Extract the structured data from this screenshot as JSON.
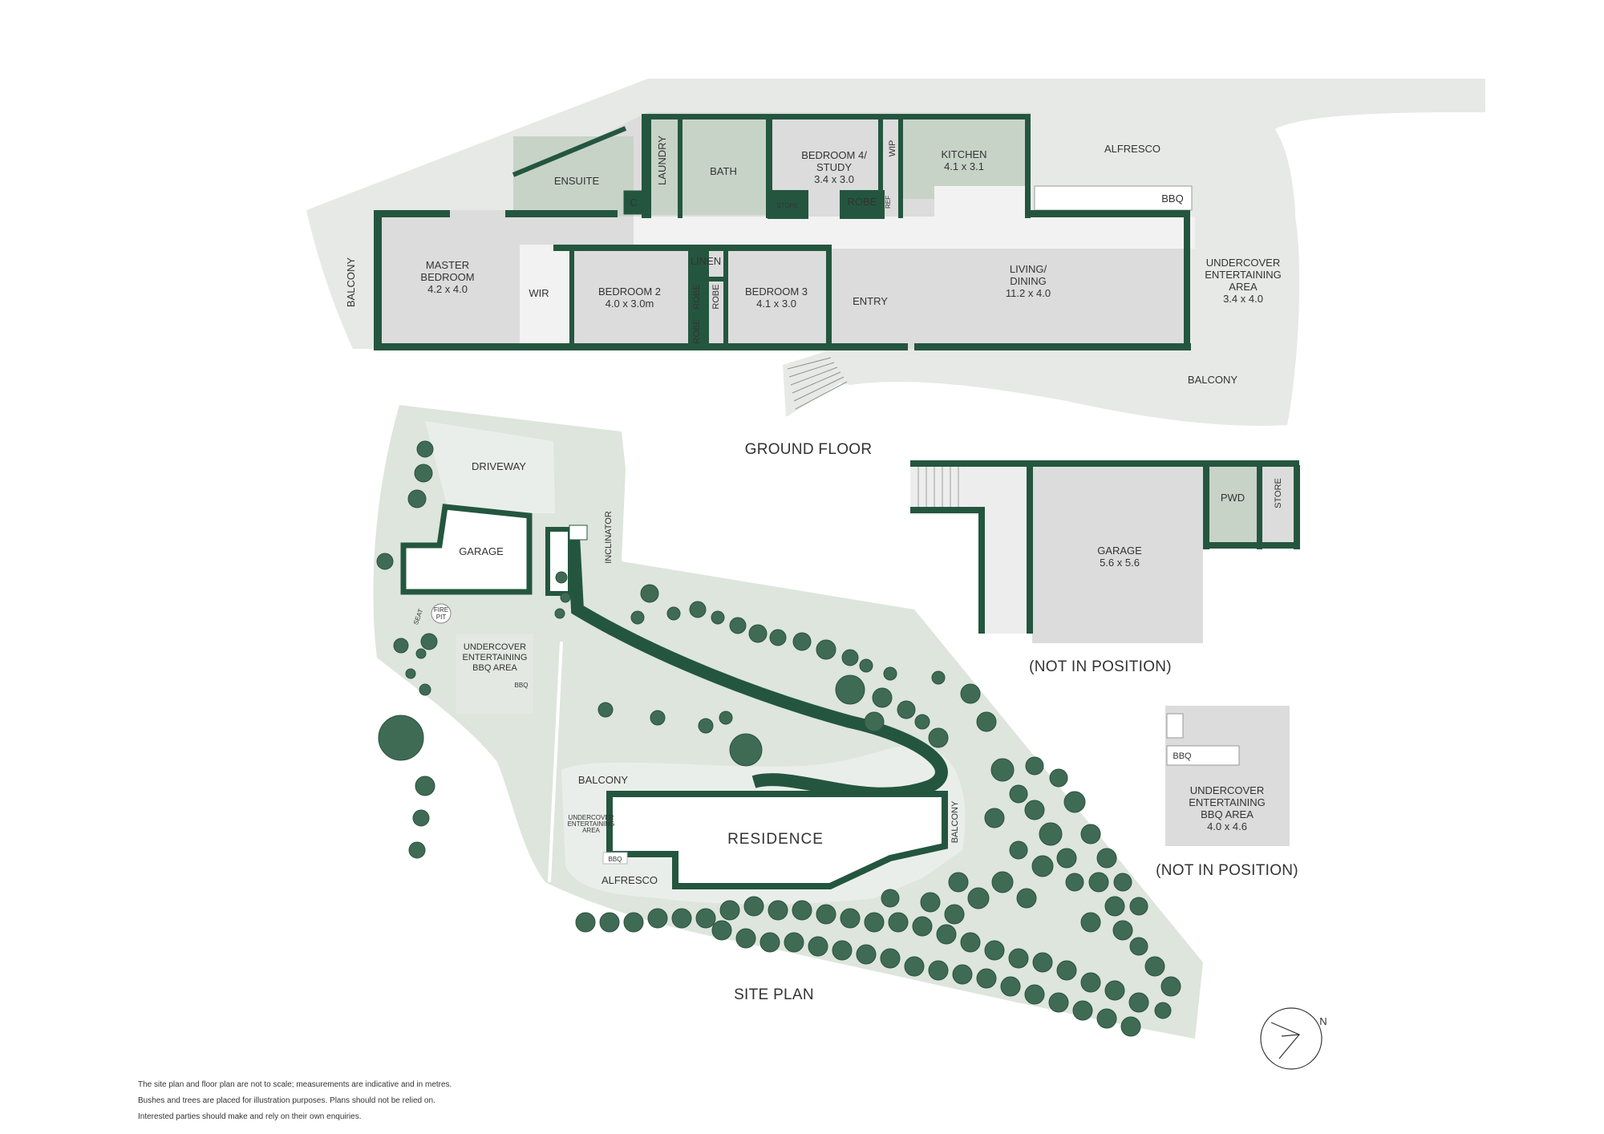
{
  "ground_floor": {
    "title": "GROUND FLOOR",
    "rooms": {
      "balcony_west": "BALCONY",
      "master_name": "MASTER",
      "master_name2": "BEDROOM",
      "master_dim": "4.2 x 4.0",
      "wir": "WIR",
      "ensuite": "ENSUITE",
      "c": "C",
      "laundry": "LAUNDRY",
      "bath": "BATH",
      "store": "STORE",
      "bed4_name": "BEDROOM 4/",
      "bed4_name2": "STUDY",
      "bed4_dim": "3.4 x 3.0",
      "robe": "ROBE",
      "wip": "WIP",
      "ref": "REF",
      "kitchen_name": "KITCHEN",
      "kitchen_dim": "4.1 x 3.1",
      "alfresco": "ALFRESCO",
      "bbq": "BBQ",
      "linen": "LINEN",
      "bed2_name": "BEDROOM 2",
      "bed2_dim": "4.0 x 3.0m",
      "robe_a": "ROBE",
      "robe_b": "ROBE",
      "robe_c": "ROBE",
      "bed3_name": "BEDROOM 3",
      "bed3_dim": "4.1 x 3.0",
      "entry": "ENTRY",
      "living_name": "LIVING/",
      "living_name2": "DINING",
      "living_dim": "11.2 x 4.0",
      "under_name": "UNDERCOVER",
      "under_name2": "ENTERTAINING",
      "under_name3": "AREA",
      "under_dim": "3.4 x 4.0",
      "balcony_south": "BALCONY"
    }
  },
  "garage_plan": {
    "garage_name": "GARAGE",
    "garage_dim": "5.6 x 5.6",
    "pwd": "PWD",
    "store": "STORE",
    "note": "(NOT IN POSITION)"
  },
  "bbq_plan": {
    "bbq": "BBQ",
    "line1": "UNDERCOVER",
    "line2": "ENTERTAINING",
    "line3": "BBQ AREA",
    "dim": "4.0 x 4.6",
    "note": "(NOT IN POSITION)"
  },
  "site_plan": {
    "title": "SITE PLAN",
    "driveway": "DRIVEWAY",
    "garage": "GARAGE",
    "inclinator": "INCLINATOR",
    "seat": "SEAT",
    "fire_pit_1": "FIRE",
    "fire_pit_2": "PIT",
    "under_1": "UNDERCOVER",
    "under_2": "ENTERTAINING",
    "under_3": "BBQ AREA",
    "bbq_small": "BBQ",
    "balcony_top": "BALCONY",
    "balcony_side": "BALCONY",
    "residence": "RESIDENCE",
    "res_under_1": "UNDERCOVER",
    "res_under_2": "ENTERTAINING",
    "res_under_3": "AREA",
    "bbq": "BBQ",
    "alfresco": "ALFRESCO"
  },
  "compass": {
    "north": "N"
  },
  "disclaimer": {
    "line1": "The site plan and floor plan are not to scale; measurements are indicative and in metres.",
    "line2": "Bushes and trees are placed for illustration purposes. Plans should not be relied on.",
    "line3": "Interested parties should make and rely on their own enquiries."
  },
  "colors": {
    "wall": "#24563f",
    "room": "#dcdcdc",
    "green_room": "#c8d3c8",
    "site": "#dde5dc",
    "tree": "#3f6b55"
  }
}
